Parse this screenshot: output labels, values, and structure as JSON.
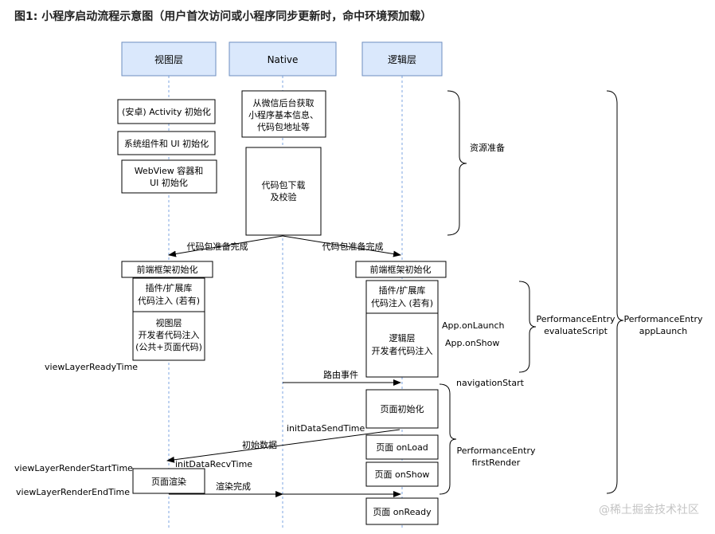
{
  "title": "图1: 小程序启动流程示意图（用户首次访问或小程序同步更新时，命中环境预加载）",
  "lanes": {
    "view": "视图层",
    "native": "Native",
    "logic": "逻辑层"
  },
  "view_boxes": {
    "android_init": "(安卓) Activity 初始化",
    "system_ui_init": "系统组件和 UI 初始化",
    "webview_init_1": "WebView 容器和",
    "webview_init_2": "UI 初始化",
    "frontend_init": "前端框架初始化",
    "plugin_1": "插件/扩展库",
    "plugin_2": "代码注入 (若有)",
    "dev_1": "视图层",
    "dev_2": "开发者代码注入",
    "dev_3": "(公共+页面代码)",
    "render": "页面渲染"
  },
  "native_boxes": {
    "fetch_1": "从微信后台获取",
    "fetch_2": "小程序基本信息、",
    "fetch_3": "代码包地址等",
    "download_1": "代码包下载",
    "download_2": "及校验"
  },
  "logic_boxes": {
    "frontend_init": "前端框架初始化",
    "plugin_1": "插件/扩展库",
    "plugin_2": "代码注入 (若有)",
    "dev_1": "逻辑层",
    "dev_2": "开发者代码注入",
    "page_init": "页面初始化",
    "onload": "页面 onLoad",
    "onshow": "页面 onShow",
    "onready": "页面 onReady"
  },
  "arrows": {
    "package_ready_left": "代码包准备完成",
    "package_ready_right": "代码包准备完成",
    "route_event": "路由事件",
    "init_data": "初始数据",
    "render_done": "渲染完成"
  },
  "labels": {
    "resource_prep": "资源准备",
    "app_onlaunch": "App.onLaunch",
    "app_onshow": "App.onShow",
    "perf_eval_1": "PerformanceEntry",
    "perf_eval_2": "evaluateScript",
    "perf_launch_1": "PerformanceEntry",
    "perf_launch_2": "appLaunch",
    "navigation_start": "navigationStart",
    "perf_render_1": "PerformanceEntry",
    "perf_render_2": "firstRender",
    "view_ready_time": "viewLayerReadyTime",
    "init_send_time": "initDataSendTime",
    "init_recv_time": "initDataRecvTime",
    "render_start_time": "viewLayerRenderStartTime",
    "render_end_time": "viewLayerRenderEndTime"
  },
  "watermark": "@稀土掘金技术社区",
  "colors": {
    "lane_fill": "#dae8fc",
    "lane_stroke": "#6c8ebf",
    "lifeline": "#7ea6e0",
    "watermark": "#c4c4c4"
  }
}
